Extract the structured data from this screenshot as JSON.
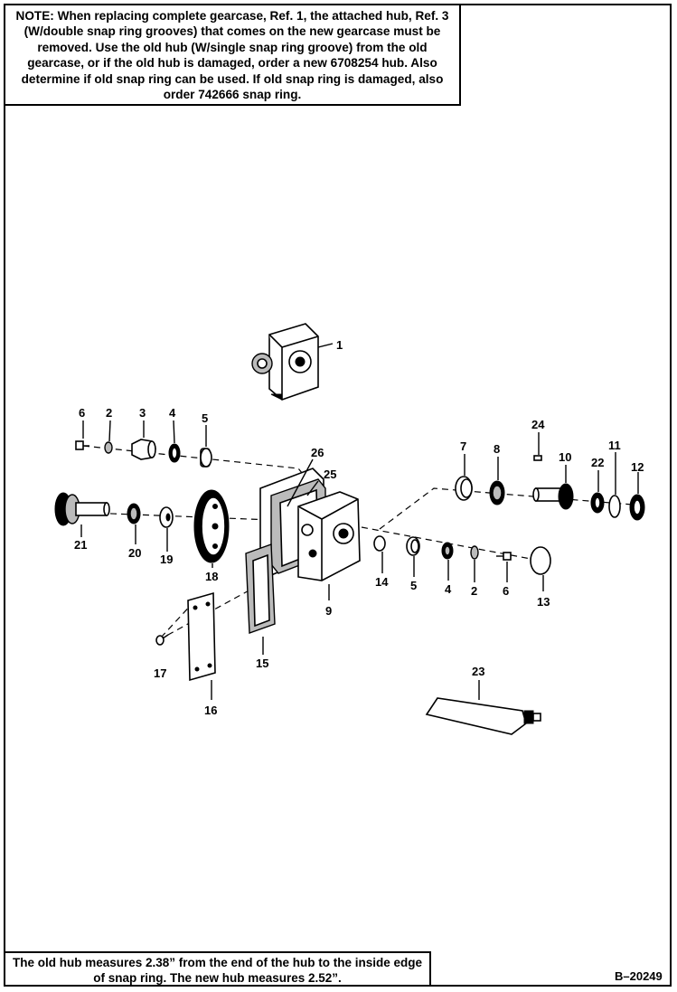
{
  "top_note": {
    "label": "NOTE:",
    "text": "When replacing complete gearcase, Ref. 1, the attached hub, Ref. 3 (W/double snap ring grooves) that comes on the new gearcase must be removed. Use the old hub (W/single snap ring groove) from the old gearcase, or if the old hub is damaged, order a new 6708254 hub. Also determine if old snap ring can be used. If old snap ring is damaged, also order 742666 snap ring."
  },
  "bottom_note": {
    "text": "The old hub measures 2.38” from the end of the hub to the inside edge of snap ring. The new hub measures 2.52”."
  },
  "figure_id": "B–20249",
  "callouts": {
    "c1": "1",
    "c6a": "6",
    "c2a": "2",
    "c3": "3",
    "c4a": "4",
    "c5a": "5",
    "c26": "26",
    "c25": "25",
    "c24": "24",
    "c7": "7",
    "c8": "8",
    "c10": "10",
    "c22": "22",
    "c11": "11",
    "c12": "12",
    "c21": "21",
    "c20": "20",
    "c19": "19",
    "c18": "18",
    "c14": "14",
    "c5b": "5",
    "c4b": "4",
    "c2b": "2",
    "c6b": "6",
    "c9": "9",
    "c13": "13",
    "c15": "15",
    "c17": "17",
    "c16": "16",
    "c23": "23"
  }
}
